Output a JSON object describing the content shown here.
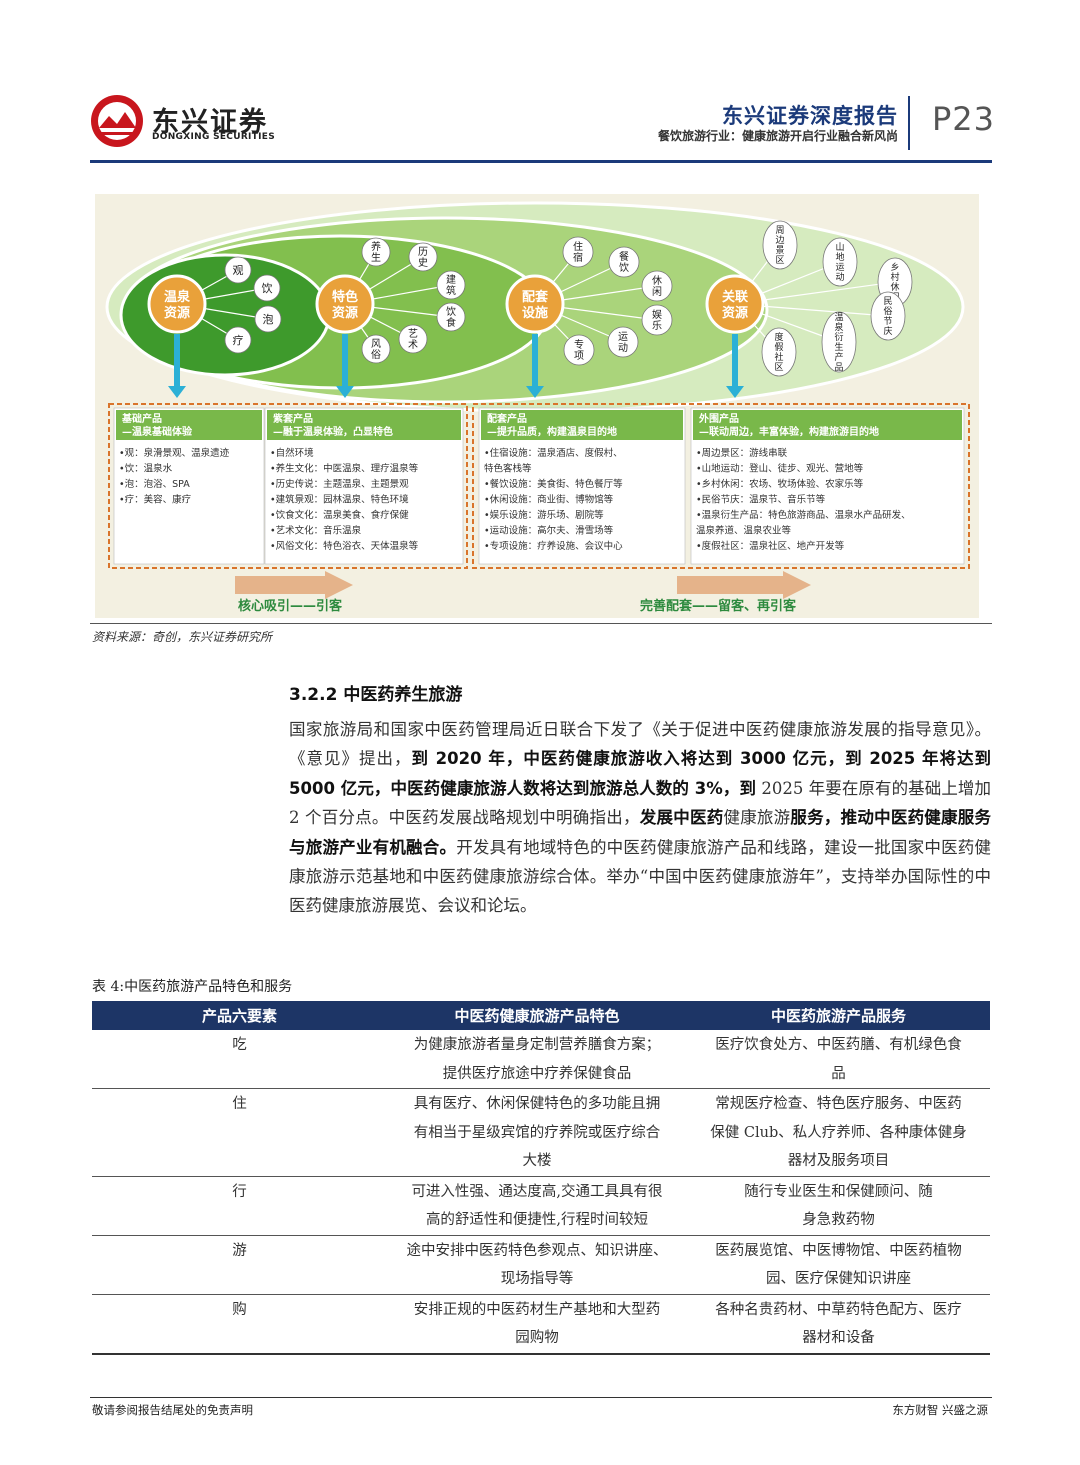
{
  "header": {
    "logo_cn": "东兴证券",
    "logo_en": "DONGXING SECURITIES",
    "report_title": "东兴证券深度报告",
    "report_subtitle": "餐饮旅游行业：健康旅游开启行业融合新风尚",
    "page_label": "P23"
  },
  "figure": {
    "groups": [
      {
        "name": "温泉\n资源",
        "nodes": [
          "观",
          "饮",
          "泡",
          "疗"
        ]
      },
      {
        "name": "特色\n资源",
        "nodes": [
          "养生",
          "历史",
          "建筑",
          "饮食",
          "艺术",
          "风俗"
        ]
      },
      {
        "name": "配套\n设施",
        "nodes": [
          "住宿",
          "餐饮",
          "休闲",
          "娱乐",
          "运动",
          "专项"
        ]
      },
      {
        "name": "关联\n资源",
        "nodes": [
          "周边景区",
          "山地运动",
          "乡村休闲",
          "民俗节庆",
          "温泉衍生产品",
          "度假社区"
        ]
      }
    ],
    "boxes": [
      {
        "title": "基础产品\n—温泉基础体验",
        "items": [
          "•观：泉滑景观、温泉遗迹",
          "•饮：温泉水",
          "•泡：泡浴、SPA",
          "•疗：美容、康疗"
        ]
      },
      {
        "title": "紫套产品\n—融于温泉体验，凸显特色",
        "items": [
          "•自然环境",
          "•养生文化：中医温泉、理疗温泉等",
          "•历史传说：主题温泉、主题景观",
          "•建筑景观：园林温泉、特色环境",
          "•饮食文化：温泉美食、食疗保健",
          "•艺术文化：音乐温泉",
          "•风俗文化：特色浴衣、天体温泉等"
        ]
      },
      {
        "title": "配套产品\n—提升品质，构建温泉目的地",
        "items": [
          "•住宿设施：温泉酒店、度假村、",
          "   特色客栈等",
          "•餐饮设施：美食街、特色餐厅等",
          "•休闲设施：商业街、博物馆等",
          "•娱乐设施：游乐场、剧院等",
          "•运动设施：高尔夫、滑雪场等",
          "•专项设施：疗养设施、会议中心"
        ]
      },
      {
        "title": "外围产品\n—联动周边，丰富体验，构建旅游目的地",
        "items": [
          "•周边景区：游线串联",
          "•山地运动：登山、徒步、观光、营地等",
          "•乡村休闲：农场、牧场体验、农家乐等",
          "•民俗节庆：温泉节、音乐节等",
          "•温泉衍生产品：特色旅游商品、温泉水产品研发、",
          "   温泉养道、温泉农业等",
          "•度假社区：温泉社区、地产开发等"
        ]
      }
    ],
    "arrow_left": "核心吸引——引客",
    "arrow_right": "完善配套——留客、再引客",
    "colors": {
      "dark_green": "#3e9a2c",
      "light_green": "#8dc85f",
      "orange": "#e9a13a",
      "teal": "#2bb0d6",
      "box_border": "#d9742b"
    }
  },
  "source_note": "资料来源：奇创，东兴证券研究所",
  "section": {
    "title": "3.2.2 中医药养生旅游",
    "paragraph": [
      {
        "t": "国家旅游局和国家中医药管理局近日联合下发了《关于促进中医药健康旅游发展的指导意见》。《意见》提出，",
        "b": false
      },
      {
        "t": "到 2020 年，中医药健康旅游收入将达到 3000 亿元，到 2025 年将达到 5000 亿元，中医药健康旅游人数将达到旅游总人数的 3%，到",
        "b": true
      },
      {
        "t": " 2025 年要在原有的基础上增加 2 个百分点。中医药发展战略规划中明确指出，",
        "b": false
      },
      {
        "t": "发展中医药",
        "b": true
      },
      {
        "t": "健康旅游",
        "b": false
      },
      {
        "t": "服务，推动中医药健康服务与旅游产业有机融合。",
        "b": true
      },
      {
        "t": "开发具有地域特色的中医药健康旅游产品和线路，建设一批国家中医药健康旅游示范基地和中医药健康旅游综合体。举办“中国中医药健康旅游年”，支持举办国际性的中医药健康旅游展览、会议和论坛。",
        "b": false
      }
    ]
  },
  "table": {
    "caption": "表 4:中医药旅游产品特色和服务",
    "headers": [
      "产品六要素",
      "中医药健康旅游产品特色",
      "中医药旅游产品服务"
    ],
    "rows": [
      [
        "吃",
        "为健康旅游者量身定制营养膳食方案；\n提供医疗旅途中疗养保健食品",
        "医疗饮食处方、中医药膳、有机绿色食\n品"
      ],
      [
        "住",
        "具有医疗、休闲保健特色的多功能且拥\n有相当于星级宾馆的疗养院或医疗综合\n大楼",
        "常规医疗检查、特色医疗服务、中医药\n保健 Club、私人疗养师、各种康体健身\n器材及服务项目"
      ],
      [
        "行",
        "可进入性强、通达度高,交通工具具有很\n高的舒适性和便捷性,行程时间较短",
        "随行专业医生和保健顾问、随\n身急救药物"
      ],
      [
        "游",
        "途中安排中医药特色参观点、知识讲座、\n现场指导等",
        "医药展览馆、中医博物馆、中医药植物\n园、医疗保健知识讲座"
      ],
      [
        "购",
        "安排正规的中医药材生产基地和大型药\n园购物",
        "各种名贵药材、中草药特色配方、医疗\n器材和设备"
      ]
    ]
  },
  "footer": {
    "left": "敬请参阅报告结尾处的免责声明",
    "right": "东方财智 兴盛之源"
  }
}
